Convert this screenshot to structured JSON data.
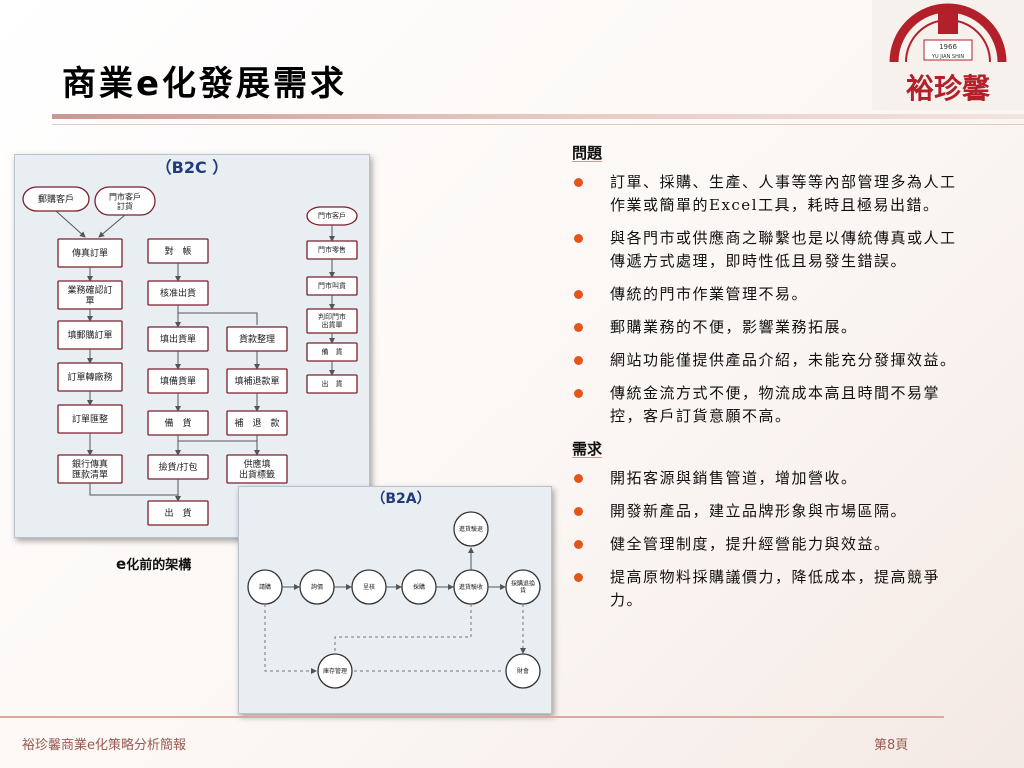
{
  "title": "商業e化發展需求",
  "logo": {
    "year": "1966",
    "romanized": "YU JIAN SHIN",
    "name": "裕珍馨"
  },
  "caption": {
    "e": "e",
    "rest": "化前的架構"
  },
  "footer": {
    "left": "裕珍馨商業e化策略分析簡報",
    "right": "第8頁"
  },
  "b2c": {
    "heading": "（B2C ）",
    "col1": [
      "郵購客戶",
      "門市客戶\n訂貨",
      "傳真訂單",
      "業務確認訂\n單",
      "填郵購訂單",
      "訂單轉廠務",
      "訂單匯整",
      "銀行傳真\n匯款清單"
    ],
    "col2": [
      "對　帳",
      "核准出貨",
      "填出貨單",
      "填備貨單",
      "備　貨",
      "撿貨/打包",
      "出　貨"
    ],
    "col3": [
      "貨款整理",
      "填補退款單",
      "補　退　款",
      "供應填\n出貨標籤"
    ],
    "col4": [
      "門市客戶",
      "門市零售",
      "門市叫貨",
      "判印門市\n出貨單",
      "備　貨",
      "出　貨"
    ]
  },
  "b2a": {
    "heading": "（B2A）",
    "nodes": [
      "請購",
      "詢價",
      "呈核",
      "採購",
      "進貨驗收",
      "採購退換\n貨",
      "進貨驗退",
      "庫存管理",
      "財會"
    ]
  },
  "problems": {
    "heading": "問題",
    "items": [
      "訂單、採購、生產、人事等等內部管理多為人工作業或簡單的Excel工具，耗時且極易出錯。",
      "與各門市或供應商之聯繫也是以傳統傳真或人工傳遞方式處理，即時性低且易發生錯誤。",
      "傳統的門市作業管理不易。",
      "郵購業務的不便，影響業務拓展。",
      "網站功能僅提供產品介紹，未能充分發揮效益。",
      "傳統金流方式不便，物流成本高且時間不易掌控，客戶訂貨意願不高。"
    ]
  },
  "needs": {
    "heading": "需求",
    "items": [
      "開拓客源與銷售管道，增加營收。",
      "開發新產品，建立品牌形象與市場區隔。",
      "健全管理制度，提升經營能力與效益。",
      "提高原物料採購議價力，降低成本，提高競爭力。"
    ]
  },
  "colors": {
    "accent": "#e2561c",
    "box_border": "#7a1f2b",
    "logo_red": "#b4202a"
  }
}
